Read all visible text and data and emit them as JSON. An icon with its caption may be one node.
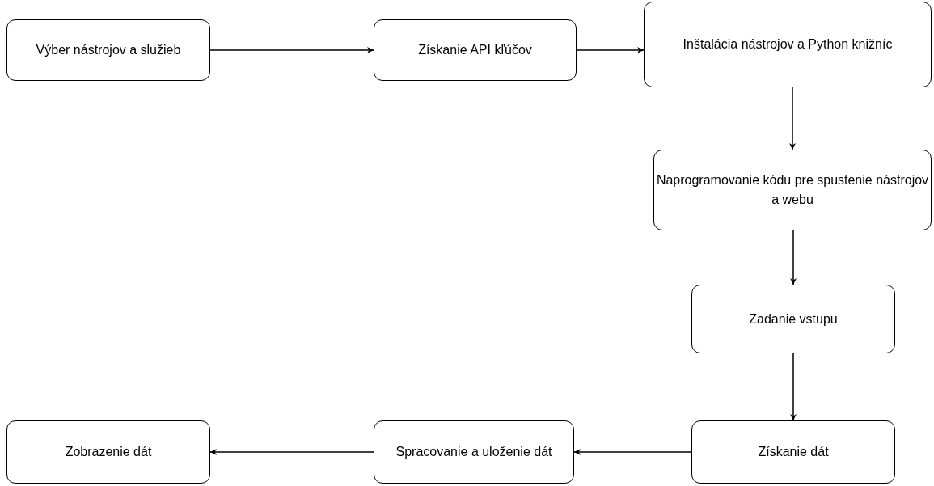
{
  "diagram": {
    "nodes": [
      {
        "text": [
          "Výber nástrojov a služieb"
        ]
      },
      {
        "text": [
          "Získanie API kľúčov"
        ]
      },
      {
        "text": [
          "Inštalácia nástrojov a Python knižníc"
        ]
      },
      {
        "text": [
          "Naprogramovanie kódu pre spustenie nástrojov a webu"
        ]
      },
      {
        "text": [
          "Zadanie vstupu"
        ]
      },
      {
        "text": [
          "Získanie dát"
        ]
      },
      {
        "text": [
          "Spracovanie a uloženie dát"
        ]
      },
      {
        "text": [
          "Zobrazenie dát"
        ]
      }
    ],
    "edges": [
      {
        "from": 0,
        "to": 1,
        "arrow": "to"
      },
      {
        "from": 1,
        "to": 2,
        "arrow": "to"
      },
      {
        "from": 2,
        "to": 3,
        "arrow": "to"
      },
      {
        "from": 3,
        "to": 4,
        "arrow": "to"
      },
      {
        "from": 4,
        "to": 5,
        "arrow": "to"
      },
      {
        "from": 5,
        "to": 6,
        "arrow": "to"
      },
      {
        "from": 6,
        "to": 7,
        "arrow": "to"
      }
    ]
  }
}
